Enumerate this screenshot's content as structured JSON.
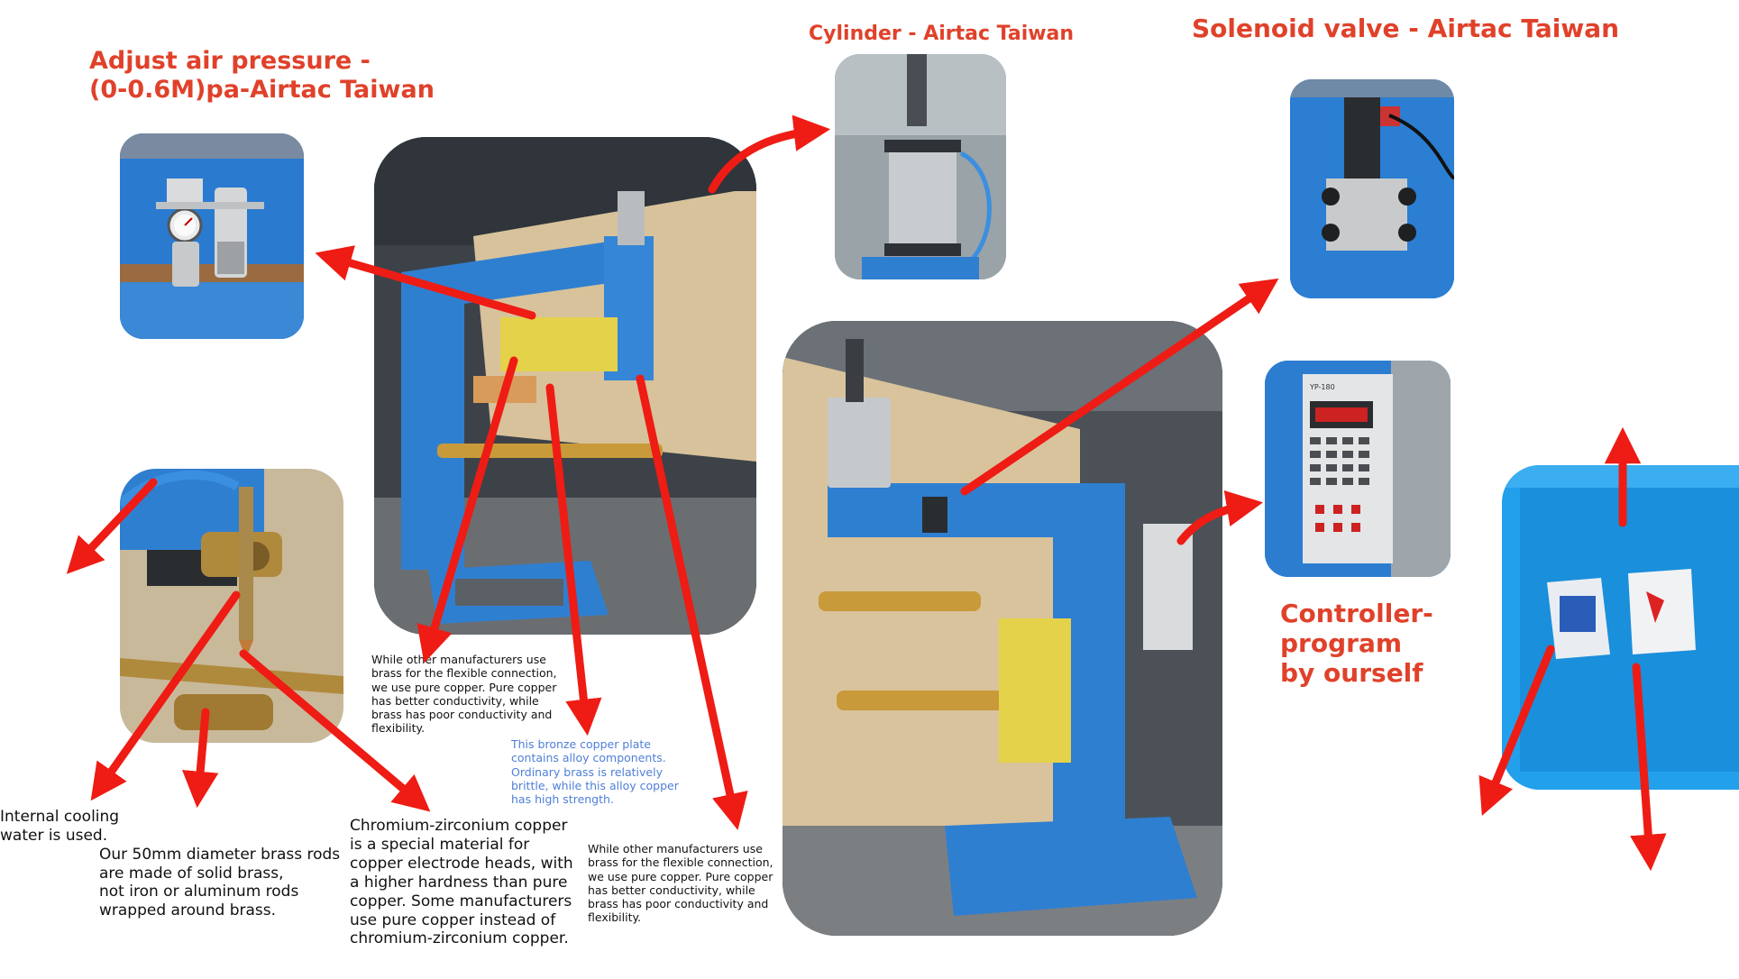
{
  "labels": {
    "air_pressure": "Adjust air pressure -\n(0-0.6M)pa-Airtac Taiwan",
    "cylinder": "Cylinder - Airtac Taiwan",
    "solenoid": "Solenoid valve - Airtac Taiwan",
    "controller": "Controller-\nprogram\n by ourself"
  },
  "notes": {
    "cooling": "Internal cooling\nwater is used.",
    "brass_rods": "Our 50mm diameter brass rods\n are made of solid brass,\nnot iron or aluminum rods\n wrapped around brass.",
    "chromium": "Chromium-zirconium copper\nis a special material for\ncopper electrode heads, with\na higher hardness than pure\ncopper. Some manufacturers\nuse pure copper instead of\nchromium-zirconium copper.",
    "flexible_1": "While other manufacturers use\nbrass for the flexible connection,\nwe use pure copper. Pure copper\nhas better conductivity, while\nbrass has poor conductivity and\nflexibility.",
    "bronze": "This bronze copper plate\ncontains alloy components.\nOrdinary brass is relatively\nbrittle, while this alloy copper\nhas high strength.",
    "flexible_2": "While other manufacturers use\nbrass for the flexible connection,\nwe use pure copper. Pure copper\nhas better conductivity, while\nbrass has poor conductivity and\nflexibility."
  },
  "panel": {
    "header": "YP-180"
  },
  "colors": {
    "title_red": "#e0412a",
    "arrow_red": "#ee1c14",
    "machine_blue": "#2f7fd1",
    "note_blue": "#4f7fd8"
  }
}
